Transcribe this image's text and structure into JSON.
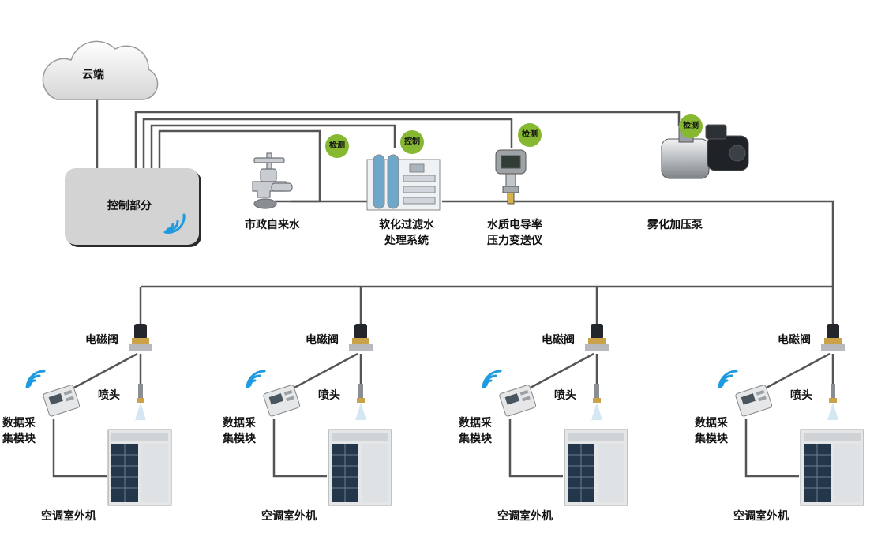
{
  "cloud": {
    "label": "云端"
  },
  "controller": {
    "label": "控制部分"
  },
  "badges": {
    "detect": "检测",
    "control": "控制"
  },
  "devices": {
    "tap": "市政自来水",
    "softener_l1": "软化过滤水",
    "softener_l2": "处理系统",
    "sensor_l1": "水质电导率",
    "sensor_l2": "压力变送仪",
    "pump": "雾化加压泵"
  },
  "units": [
    {
      "valve": "电磁阀",
      "nozzle": "喷头",
      "dam_l1": "数据采",
      "dam_l2": "集模块",
      "outdoor": "空调室外机"
    },
    {
      "valve": "电磁阀",
      "nozzle": "喷头",
      "dam_l1": "数据采",
      "dam_l2": "集模块",
      "outdoor": "空调室外机"
    },
    {
      "valve": "电磁阀",
      "nozzle": "喷头",
      "dam_l1": "数据采",
      "dam_l2": "集模块",
      "outdoor": "空调室外机"
    },
    {
      "valve": "电磁阀",
      "nozzle": "喷头",
      "dam_l1": "数据采",
      "dam_l2": "集模块",
      "outdoor": "空调室外机"
    }
  ],
  "colors": {
    "line": "#555555",
    "badge": "#86b832",
    "wifi": "#1e9be0",
    "box": "#d3d3d3"
  }
}
